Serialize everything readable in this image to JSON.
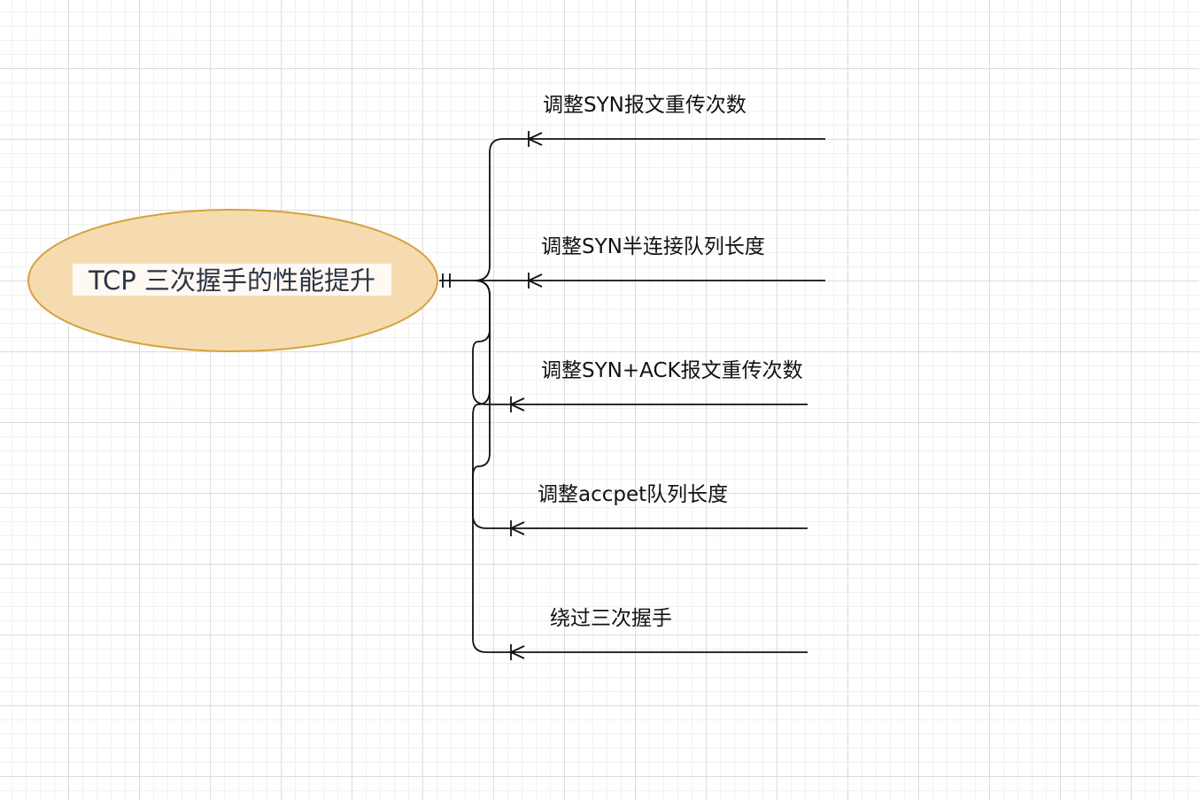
{
  "root": {
    "label": "TCP 三次握手的性能提升",
    "fill": "#f7dbb0",
    "stroke": "#d3a33f"
  },
  "branches": [
    {
      "label": "调整SYN报文重传次数"
    },
    {
      "label": "调整SYN半连接队列长度"
    },
    {
      "label": "调整SYN+ACK报文重传次数"
    },
    {
      "label": "调整accpet队列长度"
    },
    {
      "label": "绕过三次握手"
    }
  ],
  "colors": {
    "line": "#111111",
    "text": "#111111",
    "root_text": "#2b3445"
  }
}
